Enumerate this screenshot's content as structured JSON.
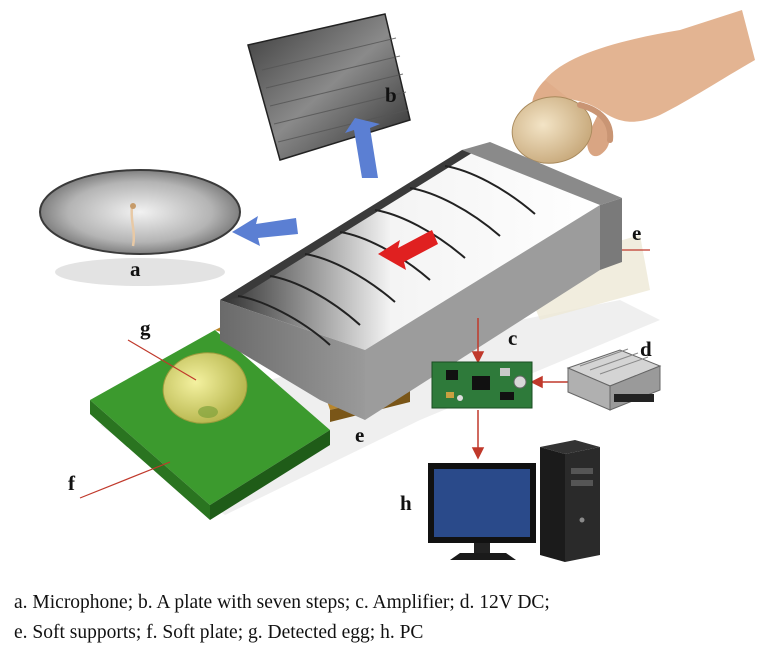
{
  "labels": {
    "a": "a",
    "b": "b",
    "c": "c",
    "d": "d",
    "e_right": "e",
    "e_left": "e",
    "f": "f",
    "g": "g",
    "h": "h"
  },
  "caption": {
    "line1": "a. Microphone; b. A plate with seven steps; c. Amplifier; d. 12V DC;",
    "line2": "e. Soft supports; f. Soft plate; g. Detected egg; h. PC"
  },
  "colors": {
    "arrow_blue": "#5b7fd3",
    "arrow_red": "#e02020",
    "plate_green": "#3c9a2e",
    "support_brown": "#b8862c",
    "pcb_green": "#2e7a3a",
    "monitor_blue": "#2a4a8a",
    "leader_line": "#c0392b"
  }
}
